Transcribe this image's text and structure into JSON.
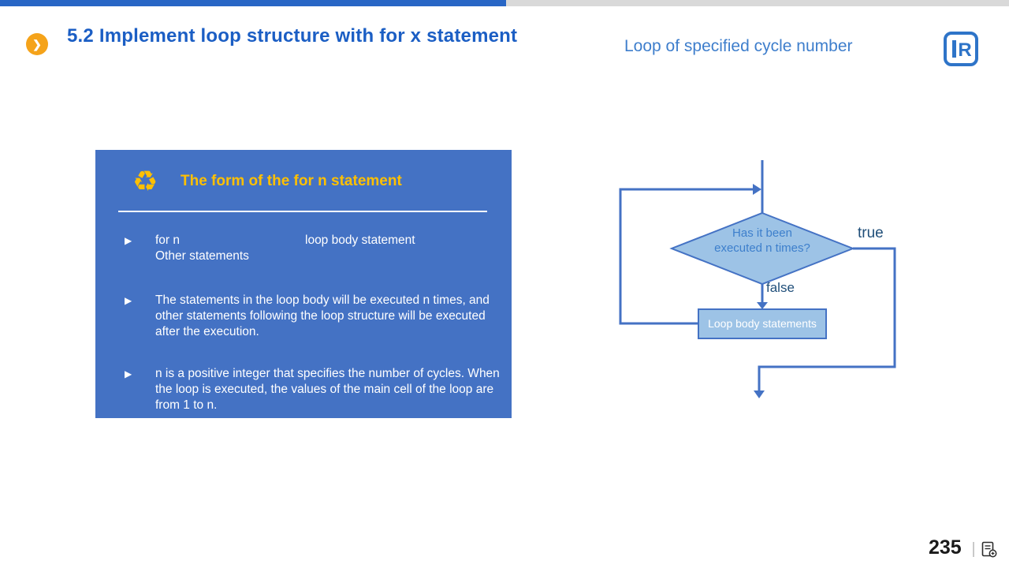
{
  "slide": {
    "title": "5.2 Implement loop structure with for x statement",
    "subtitle": "Loop of specified cycle number",
    "page_number": "235"
  },
  "icons": {
    "chevron": "❯",
    "recycle": "♻",
    "bullet_marker": "▶",
    "logo_letter": "R"
  },
  "card": {
    "title": "The form of the for n statement",
    "bullet1": {
      "col_left": "for n",
      "col_right": "loop body statement",
      "line2": "Other statements"
    },
    "bullet2": "The statements in the loop body will be executed n times, and other statements following the loop structure will be executed after the execution.",
    "bullet3": "n is a positive integer that specifies the number of cycles. When the loop is executed, the values of the main cell of the loop are from 1 to n."
  },
  "flowchart": {
    "condition": "Has it been executed n times?",
    "loop_body": "Loop body statements",
    "true_label": "true",
    "false_label": "false"
  },
  "colors": {
    "topbar_blue": "#2866C5",
    "topbar_gray": "#D9D9D9",
    "title_blue": "#1B5EC4",
    "subtitle_blue": "#3E7ECC",
    "card_bg": "#4472C4",
    "gold": "#FFC000",
    "flow_line": "#4472C4",
    "flow_fill": "#9DC3E6",
    "label_navy": "#1F4E79",
    "accent_orange": "#F5A31A"
  }
}
